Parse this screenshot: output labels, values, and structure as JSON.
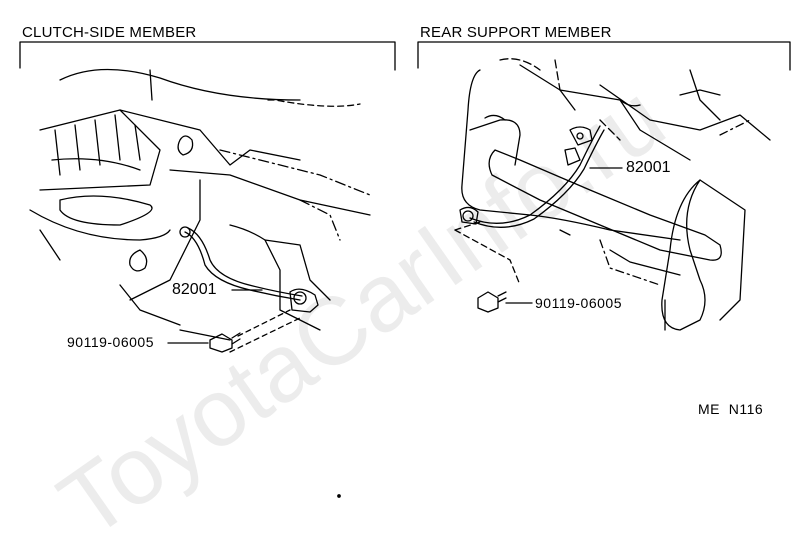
{
  "panels": [
    {
      "heading": "CLUTCH-SIDE MEMBER",
      "part_number": "82001",
      "bolt_number": "90119-06005"
    },
    {
      "heading": "REAR SUPPORT MEMBER",
      "part_number": "82001",
      "bolt_number": "90119-06005"
    }
  ],
  "figure_code": "ME  N116",
  "watermark": "ToyotaCarInfo.ru"
}
